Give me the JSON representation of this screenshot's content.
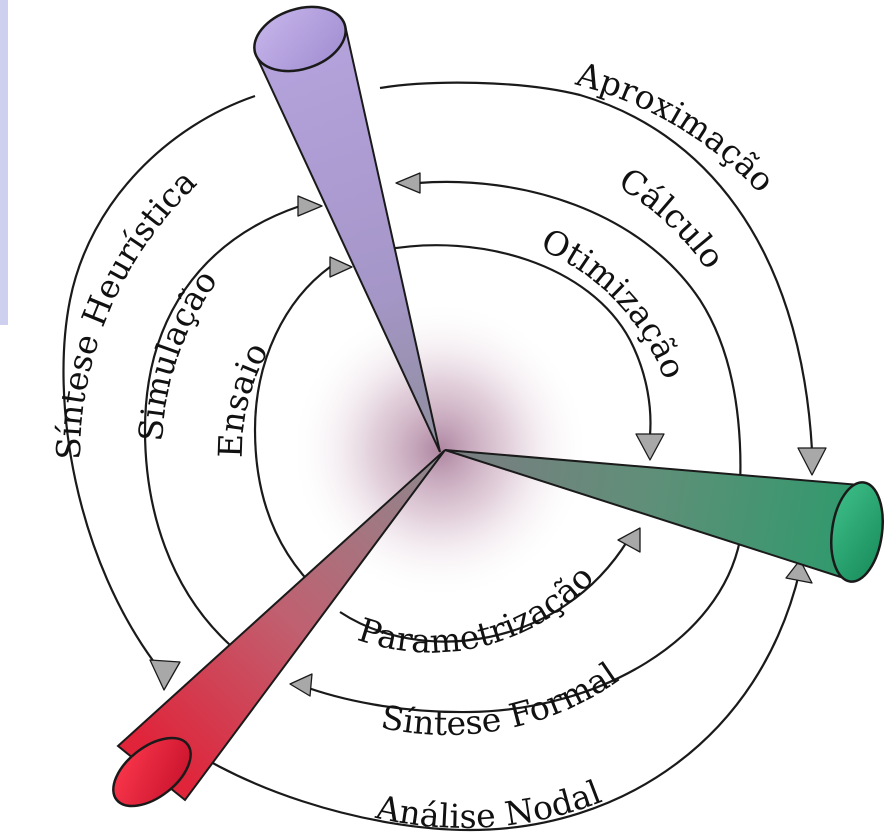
{
  "diagram": {
    "outer_ring": {
      "left_label": "Síntese Heurística",
      "top_right_label": "Aproximação",
      "bottom_label": "Análise Nodal"
    },
    "middle_ring": {
      "left_label": "Simulação",
      "top_right_label": "Cálculo",
      "bottom_label": "Síntese Formal"
    },
    "inner_ring": {
      "left_label": "Ensaio",
      "top_right_label": "Otimização",
      "bottom_label": "Parametrização"
    },
    "cones": [
      {
        "name": "purple",
        "color": "#a895c9"
      },
      {
        "name": "green",
        "color": "#2e9a6c"
      },
      {
        "name": "red",
        "color": "#e0243a"
      }
    ],
    "center_glow_color": "#a07090"
  }
}
